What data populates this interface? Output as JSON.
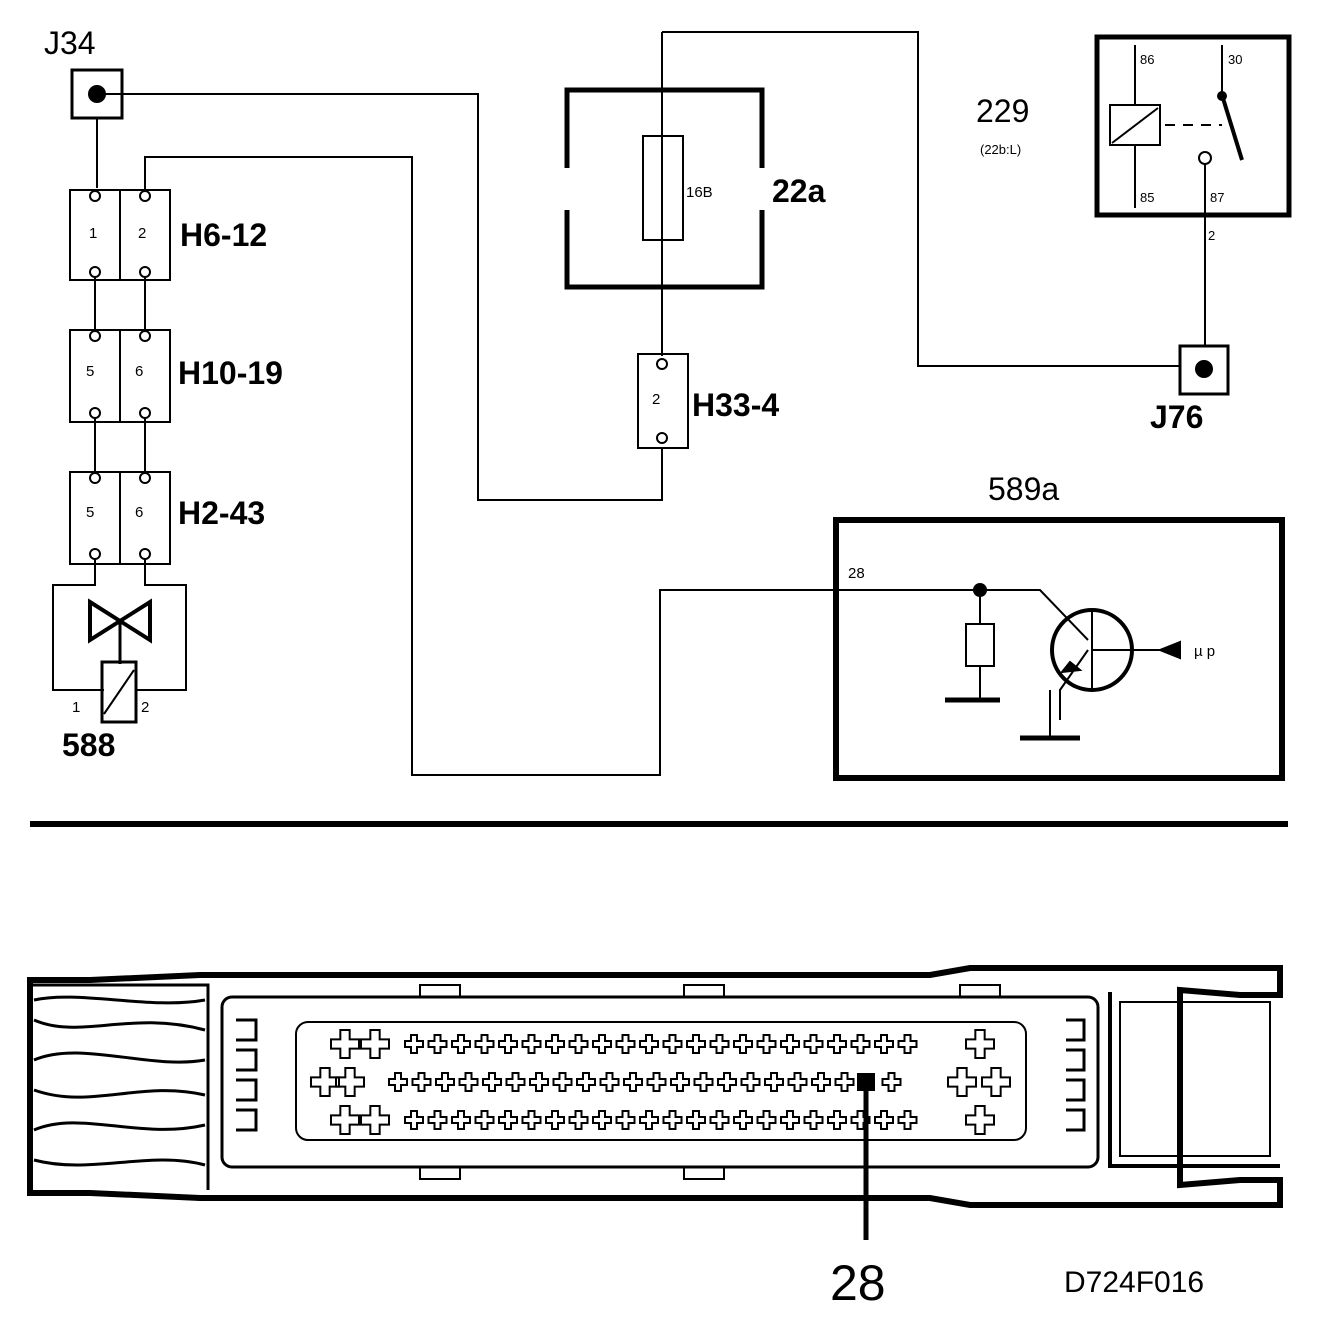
{
  "labels": {
    "j34": "J34",
    "j76": "J76",
    "h6": "H6-12",
    "h10": "H10-19",
    "h2": "H2-43",
    "h33": "H33-4",
    "fusebox": "22a",
    "fuse": "16B",
    "relay": "229",
    "relay_sub": "(22b:L)",
    "sensor": "589a",
    "valve": "588",
    "mu_p": "µ p",
    "pin28_top": "28",
    "pin28_bottom": "28",
    "figure_code": "D724F016"
  },
  "pins": {
    "h6_a": "1",
    "h6_b": "2",
    "h10_a": "5",
    "h10_b": "6",
    "h2_a": "5",
    "h2_b": "6",
    "h33": "2",
    "valve_1": "1",
    "valve_2": "2",
    "relay_86": "86",
    "relay_30": "30",
    "relay_85": "85",
    "relay_87": "87",
    "relay_wire": "2"
  },
  "colors": {
    "ink": "#000000",
    "paper": "#ffffff"
  }
}
